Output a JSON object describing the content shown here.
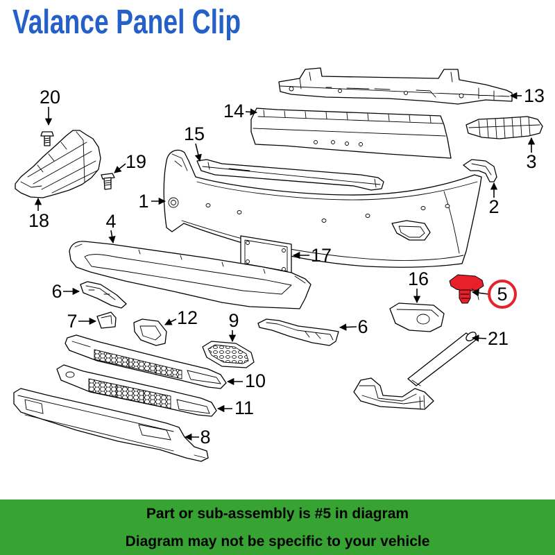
{
  "title": "Valance Panel Clip",
  "callouts": {
    "c20": "20",
    "c19": "19",
    "c18": "18",
    "c15": "15",
    "c14": "14",
    "c13": "13",
    "c3": "3",
    "c2": "2",
    "c1": "1",
    "c4": "4",
    "c17": "17",
    "c6_left": "6",
    "c7": "7",
    "c12": "12",
    "c9": "9",
    "c6_right": "6",
    "c16": "16",
    "c21": "21",
    "c10": "10",
    "c11": "11",
    "c8": "8"
  },
  "highlighted_callout": "5",
  "footer": {
    "line1": "Part or sub-assembly is #5 in diagram",
    "line2": "Diagram may not be specific to your vehicle"
  },
  "colors": {
    "title": "#2460c8",
    "highlight": "#e8202a",
    "footer_background": "#36a332"
  }
}
